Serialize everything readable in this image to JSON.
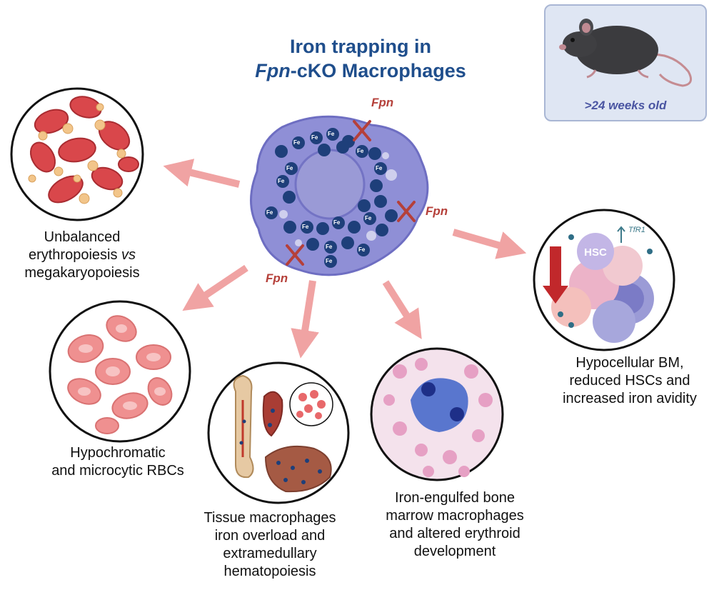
{
  "title": {
    "line1": "Iron trapping in",
    "line2_italic": "Fpn",
    "line2_rest": "-cKO Macrophages"
  },
  "mouse_box": {
    "label": ">24 weeks old"
  },
  "macrophage": {
    "fe_label": "Fe",
    "fpn_label": "Fpn"
  },
  "hsc_panel": {
    "hsc_label": "HSC",
    "tfr1_label": "TfR1"
  },
  "captions": {
    "top_left": {
      "line1": "Unbalanced",
      "line2_pre": "erythropoiesis ",
      "line2_italic": "vs",
      "line3": "megakaryopoiesis"
    },
    "mid_left": {
      "line1": "Hypochromatic",
      "line2": "and microcytic RBCs"
    },
    "bottom_left": {
      "line1": "Tissue macrophages",
      "line2": "iron overload and",
      "line3": "extramedullary",
      "line4": "hematopoiesis"
    },
    "bottom_right": {
      "line1": "Iron-engulfed bone",
      "line2": "marrow macrophages",
      "line3": "and altered erythroid",
      "line4": "development"
    },
    "right": {
      "line1": "Hypocellular BM,",
      "line2": "reduced HSCs and",
      "line3": "increased iron avidity"
    }
  },
  "colors": {
    "title": "#1f4e8c",
    "cell": "#8f8fd6",
    "nucleus": "#9a9ad6",
    "fe": "#1e3f7a",
    "arrow": "#f0a3a3",
    "fpn": "#b5403a",
    "rbc": "#e07f80"
  }
}
